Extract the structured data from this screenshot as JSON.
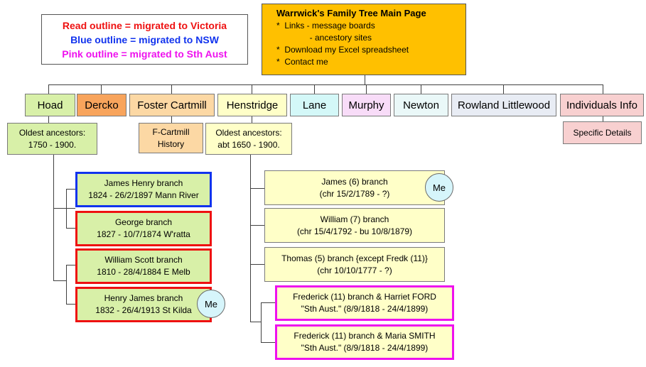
{
  "legend": {
    "red": "Read outline = migrated to Victoria",
    "blue": "Blue outline = migrated to NSW",
    "pink": "Pink outline = migrated to Sth Aust"
  },
  "colors": {
    "red": "#ee1111",
    "blue": "#1133ee",
    "pink": "#ee11ee",
    "main_bg": "#ffc000",
    "me_bg": "#d6f5fb"
  },
  "main": {
    "title": "Warrwick's Family Tree Main Page",
    "items": [
      "*  Links - message boards",
      "              - ancestory sites",
      "*  Download my Excel spreadsheet",
      "*  Contact me"
    ]
  },
  "tabs": [
    "Hoad",
    "Dercko",
    "Foster Cartmill",
    "Henstridge",
    "Lane",
    "Murphy",
    "Newton",
    "Rowland Littlewood",
    "Individuals Info"
  ],
  "hoad": {
    "oldest": [
      "Oldest ancestors:",
      "1750 - 1900."
    ],
    "branches": [
      {
        "l1": "James Henry branch",
        "l2": "1824 - 26/2/1897 Mann River"
      },
      {
        "l1": "George branch",
        "l2": "1827 - 10/7/1874 W'ratta"
      },
      {
        "l1": "William Scott branch",
        "l2": "1810 - 28/4/1884 E Melb"
      },
      {
        "l1": "Henry James branch",
        "l2": "1832 - 26/4/1913 St Kilda"
      }
    ]
  },
  "fcartmill": [
    "F-Cartmill",
    "History"
  ],
  "henstridge": {
    "oldest": [
      "Oldest ancestors:",
      "abt 1650 - 1900."
    ],
    "branches": [
      {
        "l1": "James (6) branch",
        "l2": "(chr 15/2/1789 - ?)"
      },
      {
        "l1": "William (7) branch",
        "l2": "(chr 15/4/1792 - bu 10/8/1879)"
      },
      {
        "l1": "Thomas (5) branch {except Fredk (11)}",
        "l2": "(chr 10/10/1777 - ?)"
      },
      {
        "l1": "Frederick (11) branch & Harriet FORD",
        "l2": "\"Sth Aust.\" (8/9/1818 - 24/4/1899)"
      },
      {
        "l1": "Frederick (11) branch & Maria SMITH",
        "l2": "\"Sth Aust.\" (8/9/1818 - 24/4/1899)"
      }
    ]
  },
  "individuals": {
    "sub": "Specific Details"
  },
  "me_label": "Me"
}
